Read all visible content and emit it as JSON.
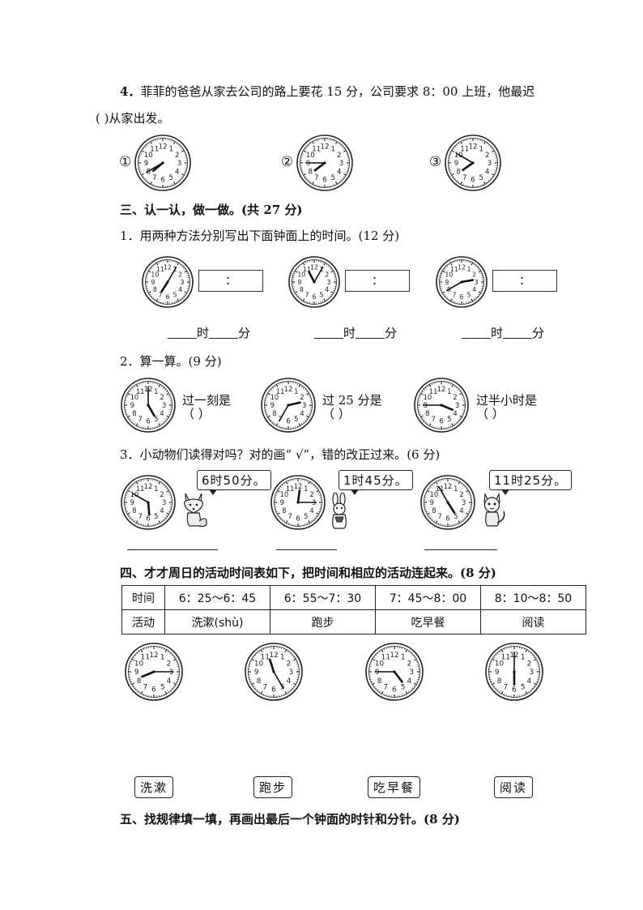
{
  "q4": {
    "number": "4．",
    "text_line1": "菲菲的爸爸从家去公司的路上要花 15 分，公司要求 8：00 上班，他最迟",
    "paren": "(          )",
    "text_line2": "从家出发。",
    "options": [
      {
        "label": "①",
        "time": "7:40",
        "hour": 7,
        "minute": 40
      },
      {
        "label": "②",
        "time": "7:45",
        "hour": 7,
        "minute": 45
      },
      {
        "label": "③",
        "time": "7:50",
        "hour": 7,
        "minute": 50
      }
    ]
  },
  "section3": {
    "title": "三、认一认，做一做。(共 27 分)",
    "p1": {
      "prompt": "1．用两种方法分别写出下面钟面上的时间。(12 分)",
      "clocks": [
        {
          "hour": 7,
          "minute": 5
        },
        {
          "hour": 11,
          "minute": 5
        },
        {
          "hour": 2,
          "minute": 40
        }
      ],
      "box_text": "：",
      "hour_unit": "时",
      "minute_unit": "分"
    },
    "p2": {
      "prompt": "2．算一算。(9 分)",
      "items": [
        {
          "hour": 5,
          "minute": 0,
          "text": "过一刻是",
          "paren": "（    ）"
        },
        {
          "hour": 2,
          "minute": 35,
          "text": "过 25 分是",
          "paren": "（    ）"
        },
        {
          "hour": 3,
          "minute": 45,
          "text": "过半小时是",
          "paren": "（    ）"
        }
      ]
    },
    "p3": {
      "prompt": "3．小动物们读得对吗？对的画“ √”，错的改正过来。(6 分)",
      "items": [
        {
          "hour": 5,
          "minute": 50,
          "bubble": "6时50分。",
          "animal": "fox"
        },
        {
          "hour": 12,
          "minute": 15,
          "bubble": "1时45分。",
          "animal": "rabbit"
        },
        {
          "hour": 4,
          "minute": 55,
          "bubble": "11时25分。",
          "animal": "cat"
        }
      ]
    }
  },
  "section4": {
    "title": "四、才才周日的活动时间表如下，把时间和相应的活动连起来。(8 分)",
    "table": {
      "header": "时间",
      "times": [
        "6：25～6：45",
        "6：55～7：30",
        "7：45～8：00",
        "8：10～8：50"
      ],
      "row_label": "活动",
      "activities": [
        "洗漱(shù)",
        "跑步",
        "吃早餐",
        "阅读"
      ]
    },
    "clocks": [
      {
        "hour": 8,
        "minute": 15
      },
      {
        "hour": 11,
        "minute": 25
      },
      {
        "hour": 4,
        "minute": 45
      },
      {
        "hour": 6,
        "minute": 0
      }
    ],
    "activity_boxes": [
      "洗漱",
      "跑步",
      "吃早餐",
      "阅读"
    ]
  },
  "section5": {
    "title": "五、找规律填一填，再画出最后一个钟面的时针和分针。(8 分)"
  }
}
